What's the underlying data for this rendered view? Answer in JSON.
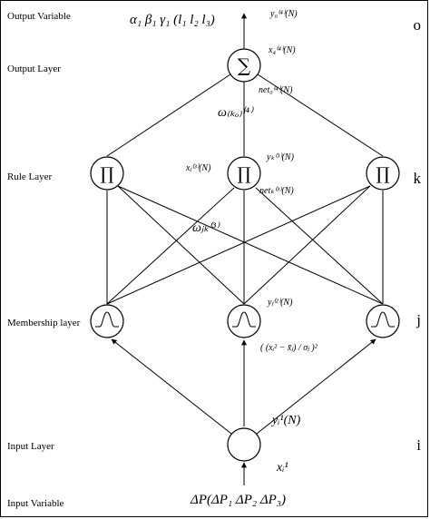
{
  "layers": {
    "output_variable": "Output Variable",
    "output_layer": "Output Layer",
    "rule_layer": "Rule Layer",
    "membership_layer": "Membership layer",
    "input_layer": "Input Layer",
    "input_variable": "Input Variable"
  },
  "side_letters": {
    "o": "o",
    "k": "k",
    "j": "j",
    "i": "i"
  },
  "node_symbols": {
    "sum": "∑",
    "product": "∏",
    "gaussian": "gaussian-bump-icon"
  },
  "annotations": {
    "outputs": "α₁   β₁   γ₁   (l₁   l₂   l₃)",
    "y_out": "y₀⁽⁴⁾(N)",
    "x4": "x₄⁽⁴⁾(N)",
    "net4": "net₀⁽⁴⁾(N)",
    "w4": "ω₍ₖₒ₎⁽⁴⁾",
    "x3": "xⱼ⁽³⁾(N)",
    "y3": "yₖ⁽³⁾(N)",
    "net3": "netₖ⁽³⁾(N)",
    "w3": "ωⱼₖ⁽³⁾",
    "y2": "yⱼ⁽²⁾(N)",
    "membership_formula": "( (xᵢ² − x̄ⱼ) / σⱼ )²",
    "y1": "yᵢ¹(N)",
    "x1": "xᵢ¹",
    "input_vars": "ΔP(ΔP₁  ΔP₂  ΔP₃)"
  }
}
